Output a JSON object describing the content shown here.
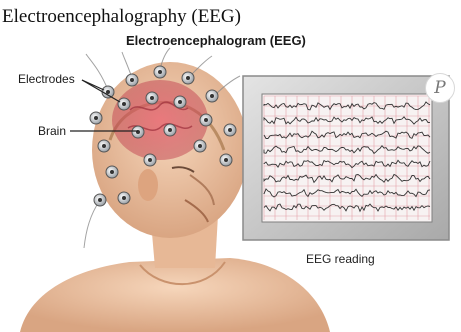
{
  "page": {
    "heading": "Electroencephalography (EEG)"
  },
  "figure": {
    "title": "Electroencephalogram (EEG)",
    "labels": {
      "electrodes": "Electrodes",
      "brain": "Brain"
    },
    "monitor_caption": "EEG reading",
    "pin_icon": "pinterest-icon",
    "colors": {
      "skin": "#f0c9a8",
      "brain": "#d64f5c",
      "monitor_frame": "#c9c9c9",
      "trace": "#333333",
      "grid": "#e3a0a8"
    }
  }
}
